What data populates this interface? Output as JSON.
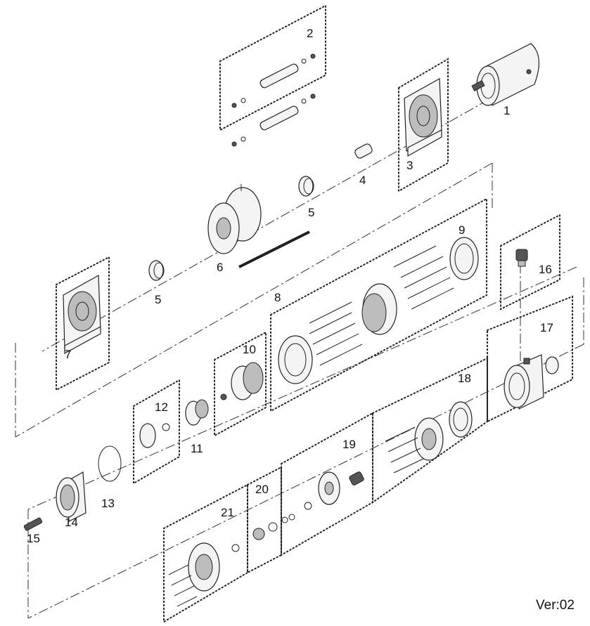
{
  "version_label": "Ver:02",
  "parts": [
    {
      "id": "1",
      "label": "1"
    },
    {
      "id": "2",
      "label": "2"
    },
    {
      "id": "3",
      "label": "3"
    },
    {
      "id": "4",
      "label": "4"
    },
    {
      "id": "5a",
      "label": "5"
    },
    {
      "id": "5b",
      "label": "5"
    },
    {
      "id": "6",
      "label": "6"
    },
    {
      "id": "7",
      "label": "7"
    },
    {
      "id": "8",
      "label": "8"
    },
    {
      "id": "9",
      "label": "9"
    },
    {
      "id": "10",
      "label": "10"
    },
    {
      "id": "11",
      "label": "11"
    },
    {
      "id": "12",
      "label": "12"
    },
    {
      "id": "13",
      "label": "13"
    },
    {
      "id": "14",
      "label": "14"
    },
    {
      "id": "15",
      "label": "15"
    },
    {
      "id": "16",
      "label": "16"
    },
    {
      "id": "17",
      "label": "17"
    },
    {
      "id": "18",
      "label": "18"
    },
    {
      "id": "19",
      "label": "19"
    },
    {
      "id": "20",
      "label": "20"
    },
    {
      "id": "21",
      "label": "21"
    }
  ]
}
